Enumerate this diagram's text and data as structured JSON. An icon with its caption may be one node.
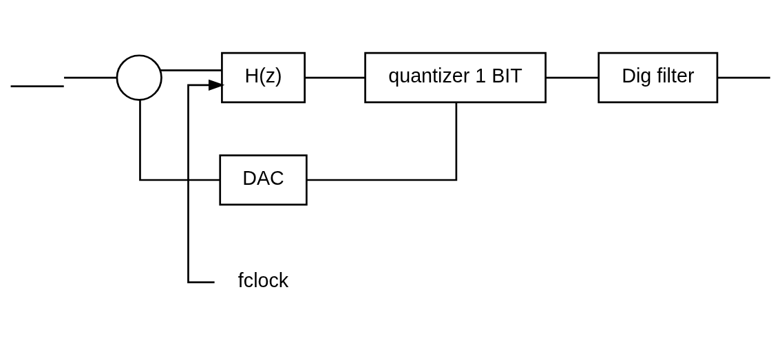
{
  "diagram": {
    "nodes": [
      {
        "text": [],
        "shape": "switch"
      },
      {
        "text": [],
        "shape": "circle"
      },
      {
        "text": [
          "H(z)"
        ]
      },
      {
        "text": [
          "quantizer 1 BIT"
        ]
      },
      {
        "text": [
          "Dig filter"
        ]
      },
      {
        "text": [
          "DAC"
        ]
      },
      {
        "text": [
          "fclock"
        ]
      }
    ],
    "edges": [
      {
        "from": 0,
        "to": 1,
        "arrow": "none"
      },
      {
        "from": 1,
        "to": 2,
        "arrow": "none"
      },
      {
        "from": 2,
        "to": 3,
        "arrow": "none"
      },
      {
        "from": 3,
        "to": 4,
        "arrow": "none"
      },
      {
        "from": 4,
        "to": null,
        "arrow": "none"
      },
      {
        "from": 3,
        "to": 5,
        "arrow": "none"
      },
      {
        "from": 5,
        "to": 1,
        "arrow": "none"
      },
      {
        "from": 6,
        "to": 2,
        "arrow": "to"
      }
    ]
  }
}
